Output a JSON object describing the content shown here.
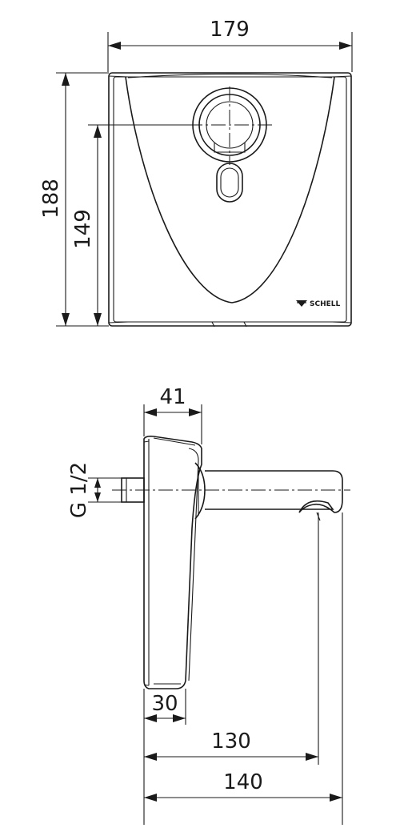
{
  "front_view": {
    "width_label": "179",
    "height_outer_label": "188",
    "height_inner_label": "149",
    "logo_text": "SCHELL",
    "logo_icon": "schell-logo-icon"
  },
  "side_view": {
    "depth_label": "41",
    "thread_label": "G 1/2",
    "base_label": "30",
    "spout_outlet_label": "130",
    "total_length_label": "140"
  }
}
